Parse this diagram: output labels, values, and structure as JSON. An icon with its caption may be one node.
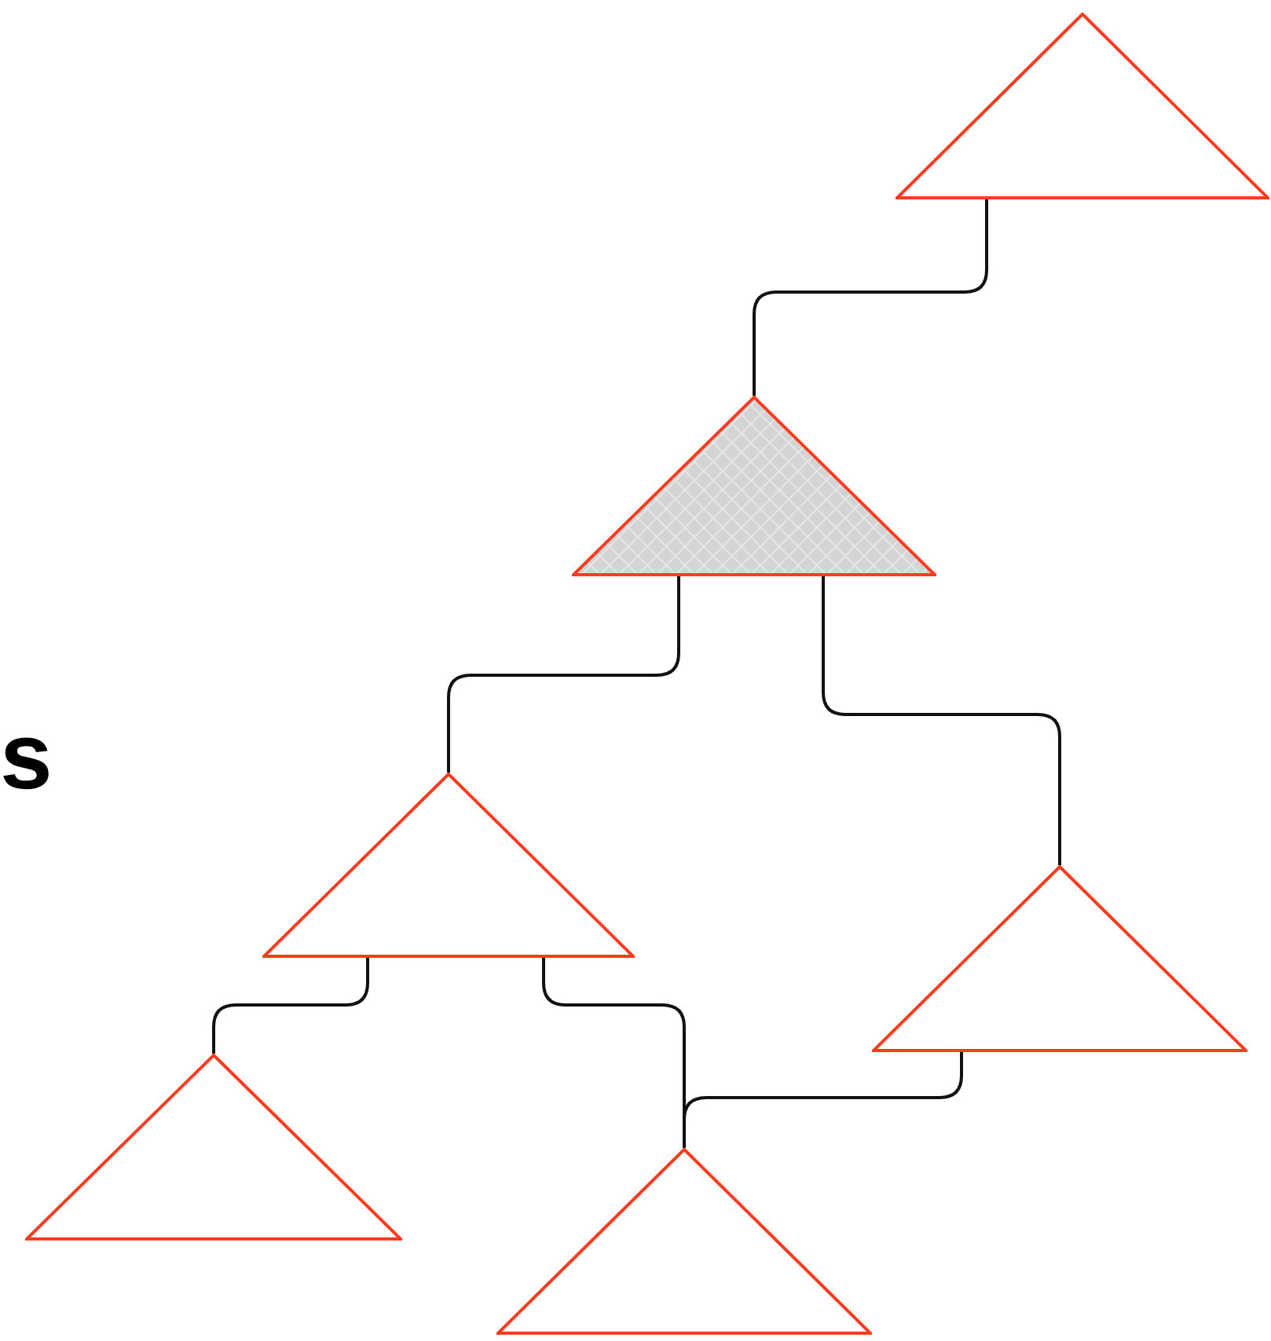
{
  "diagram": {
    "nodes": [
      {
        "text": [],
        "shape": "triangle"
      },
      {
        "text": [],
        "shape": "triangle"
      },
      {
        "text": [],
        "shape": "triangle"
      },
      {
        "text": [],
        "shape": "triangle"
      },
      {
        "text": [],
        "shape": "triangle"
      },
      {
        "text": [],
        "shape": "triangle"
      }
    ],
    "edges": [
      {
        "from": 0,
        "to": 1,
        "arrow": "none"
      },
      {
        "from": 1,
        "to": 2,
        "arrow": "none"
      },
      {
        "from": 1,
        "to": 3,
        "arrow": "none"
      },
      {
        "from": 2,
        "to": 4,
        "arrow": "none"
      },
      {
        "from": 2,
        "to": 5,
        "arrow": "none"
      },
      {
        "from": 3,
        "to": 5,
        "arrow": "none"
      }
    ],
    "labels": [
      "s"
    ]
  }
}
